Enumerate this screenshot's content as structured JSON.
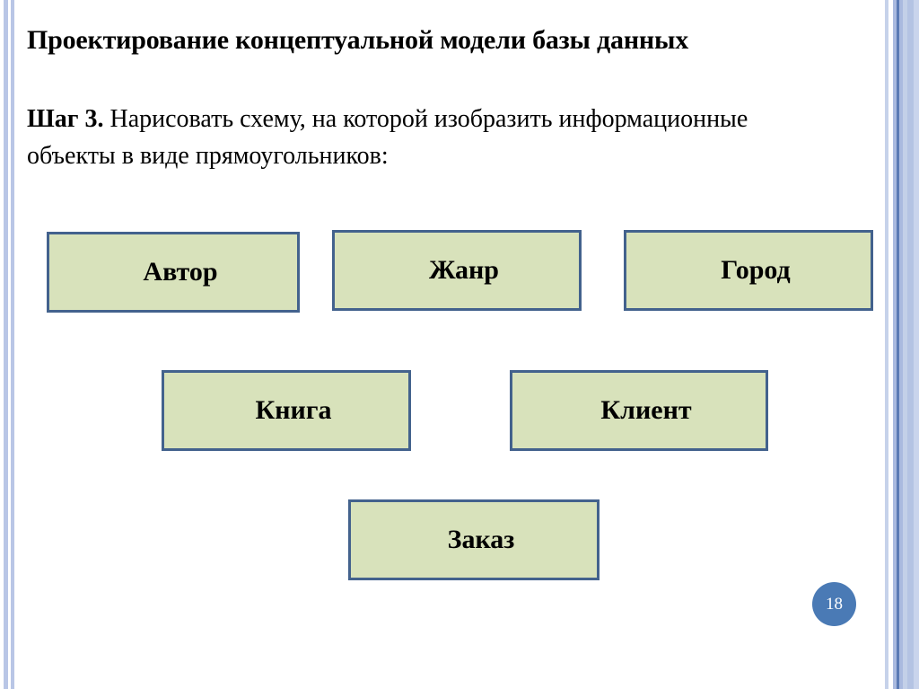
{
  "slide": {
    "title": "Проектирование концептуальной модели базы данных",
    "body": {
      "lead": "Шаг 3.",
      "rest": " Нарисовать схему, на которой изобразить информационные объекты в виде прямоугольников:"
    },
    "page_number": "18"
  },
  "diagram": {
    "type": "entity-boxes",
    "entities": [
      {
        "id": "avtor",
        "label": "Автор",
        "row": 1,
        "col": 1
      },
      {
        "id": "zhanr",
        "label": "Жанр",
        "row": 1,
        "col": 2
      },
      {
        "id": "gorod",
        "label": "Город",
        "row": 1,
        "col": 3
      },
      {
        "id": "kniga",
        "label": "Книга",
        "row": 2,
        "col": 1
      },
      {
        "id": "klient",
        "label": "Клиент",
        "row": 2,
        "col": 2
      },
      {
        "id": "zakaz",
        "label": "Заказ",
        "row": 3,
        "col": 1
      }
    ]
  },
  "colors": {
    "box_fill": "#d8e2bb",
    "box_border": "#43628d",
    "badge_fill": "#4a7ab5",
    "badge_text": "#ffffff",
    "stripe_light": "#b9c6e6",
    "stripe_dark": "#5b7bb4",
    "background": "#ffffff",
    "text": "#000000"
  }
}
